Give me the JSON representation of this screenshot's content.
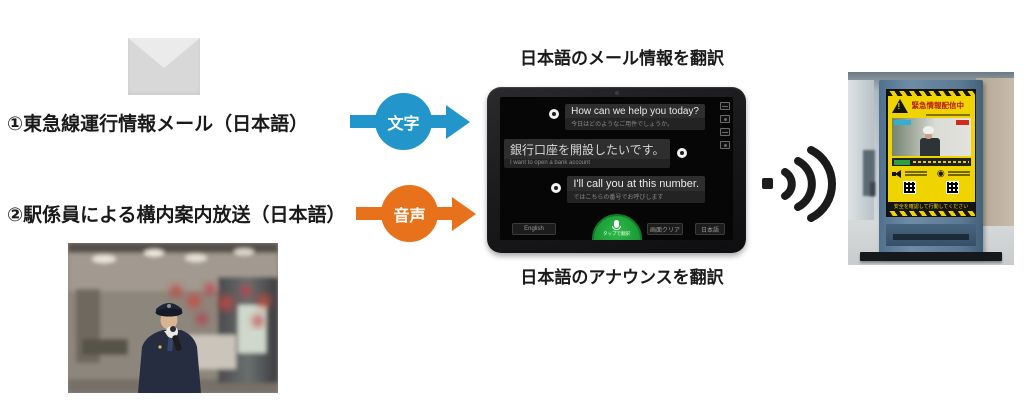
{
  "colors": {
    "text_arrow": "#2295ca",
    "voice_arrow": "#e8721c",
    "signage_yellow": "#efd400",
    "mic_green": "#1fa83c",
    "alert_red": "#ba1a10"
  },
  "sources": {
    "mail_label": "①東急線運行情報メール（日本語）",
    "announce_label": "②駅係員による構内案内放送（日本語）"
  },
  "arrows": {
    "text_label": "文字",
    "voice_label": "音声"
  },
  "captions": {
    "mail": "日本語のメール情報を翻訳",
    "announce": "日本語のアナウンスを翻訳"
  },
  "tablet": {
    "messages": [
      {
        "main": "How can we help you today?",
        "sub": "今日はどのようなご用件でしょうか。"
      },
      {
        "main": "銀行口座を開設したいです。",
        "sub": "I want to open a bank account"
      },
      {
        "main": "I'll call you at this number.",
        "sub": "ではこちらの番号でお呼びします"
      }
    ],
    "lang_left": "English",
    "clear_button": "画面クリア",
    "lang_right": "日本語",
    "mic_label": "タップで翻訳"
  },
  "signage": {
    "alert_title": "緊急情報配信中",
    "warning_glyph": "!",
    "target_glyph": "◉",
    "notice": "安全を確認して行動してください"
  }
}
